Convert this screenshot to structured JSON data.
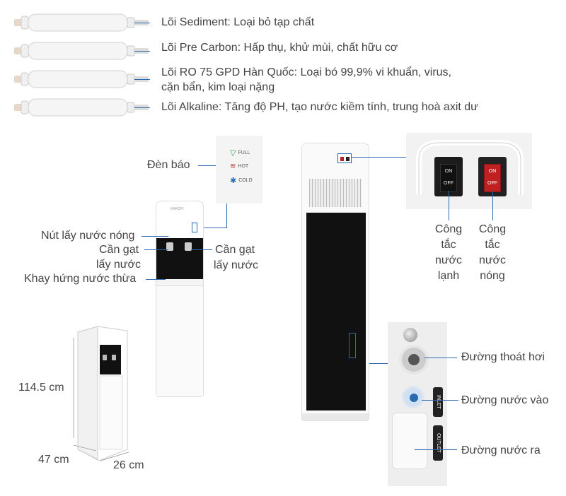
{
  "filters": [
    {
      "label": "Lõi Sediment: Loại bỏ tạp chất"
    },
    {
      "label": "Lõi Pre Carbon: Hấp thụ, khử mùi, chất hữu cơ"
    },
    {
      "label_line1": "Lõi RO 75 GPD Hàn Quốc: Loại bó 99,9% vi khuẩn, virus,",
      "label_line2": "cặn bẩn, kim loại nặng"
    },
    {
      "label": "Lõi Alkaline: Tăng độ PH, tạo nước kiềm tính, trung hoà axit dư"
    }
  ],
  "front": {
    "indicator_label": "Đèn báo",
    "panel": {
      "full": "FULL",
      "hot": "HOT",
      "cold": "COLD"
    },
    "brand": "KAROFI",
    "hot_button": "Nút lấy nước nóng",
    "lever_left_1": "Cần gạt",
    "lever_left_2": "lấy nước",
    "lever_right_1": "Cần gạt",
    "lever_right_2": "lấy nước",
    "drip_tray": "Khay hứng nước thừa"
  },
  "dimensions": {
    "height": "114.5 cm",
    "depth": "47 cm",
    "width": "26 cm"
  },
  "back": {
    "switch_on": "ON",
    "switch_off": "OFF",
    "cold_switch": [
      "Công",
      "tắc",
      "nước",
      "lạnh"
    ],
    "hot_switch": [
      "Công",
      "tắc",
      "nước",
      "nóng"
    ],
    "steam_outlet": "Đường thoát hơi",
    "water_inlet": "Đường nước vào",
    "water_outlet": "Đường nước ra",
    "inlet_tag": "INLET",
    "outlet_tag": "OUTLET"
  },
  "colors": {
    "accent_line": "#2a6ab0",
    "hot_switch": "#c0201f",
    "cold_switch": "#222222"
  }
}
